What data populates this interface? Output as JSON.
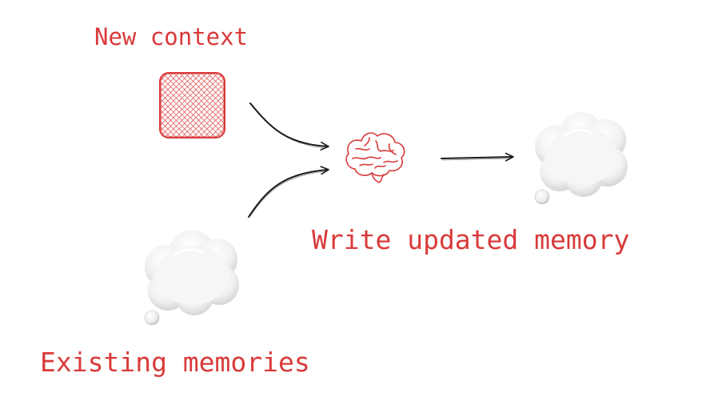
{
  "diagram": {
    "labels": {
      "new_context": "New context",
      "write_updated_memory": "Write updated memory",
      "existing_memories": "Existing memories"
    },
    "nodes": [
      {
        "id": "new-context",
        "icon": "hatched-square-icon"
      },
      {
        "id": "existing-memories",
        "icon": "thought-cloud-icon"
      },
      {
        "id": "brain",
        "icon": "brain-icon"
      },
      {
        "id": "updated-memory",
        "icon": "thought-cloud-icon"
      }
    ],
    "edges": [
      {
        "from": "new-context",
        "to": "brain"
      },
      {
        "from": "existing-memories",
        "to": "brain"
      },
      {
        "from": "brain",
        "to": "updated-memory"
      }
    ],
    "colors": {
      "accent": "#d93a3a",
      "arrow": "#1a1a1a",
      "cloud": "#f4f4f4"
    }
  }
}
